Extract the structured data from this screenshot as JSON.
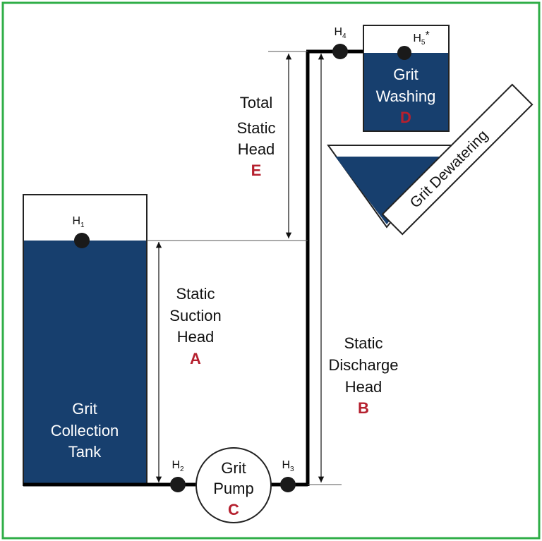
{
  "colors": {
    "frame": "#2fae47",
    "water": "#173f6e",
    "pipe": "#000000",
    "letter": "#b5202e"
  },
  "tank": {
    "line1": "Grit",
    "line2": "Collection",
    "line3": "Tank",
    "point": "H",
    "point_sub": "1"
  },
  "suction": {
    "line1": "Static",
    "line2": "Suction",
    "line3": "Head",
    "letter": "A"
  },
  "pump": {
    "line1": "Grit",
    "line2": "Pump",
    "letter": "C",
    "inlet": "H",
    "inlet_sub": "2",
    "outlet": "H",
    "outlet_sub": "3"
  },
  "discharge": {
    "line1": "Static",
    "line2": "Discharge",
    "line3": "Head",
    "letter": "B"
  },
  "total": {
    "line1": "Total",
    "line2": "Static",
    "line3": "Head",
    "letter": "E"
  },
  "washing": {
    "line1": "Grit",
    "line2": "Washing",
    "letter": "D",
    "inlet": "H",
    "inlet_sub": "4",
    "point": "H",
    "point_sub": "5",
    "point_mark": "*"
  },
  "dewatering": {
    "label": "Grit Dewatering"
  }
}
